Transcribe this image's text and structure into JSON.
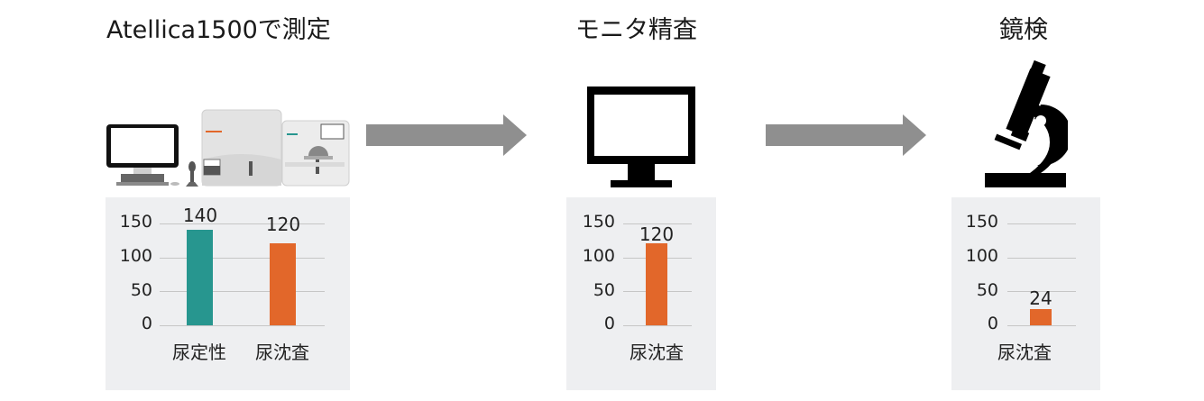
{
  "stages": [
    {
      "title": "Atellica1500で測定",
      "icon": "analyzer-instrument-icon"
    },
    {
      "title": "モニタ精査",
      "icon": "monitor-icon"
    },
    {
      "title": "鏡検",
      "icon": "microscope-icon"
    }
  ],
  "arrows": [
    {
      "icon": "arrow-right-icon"
    },
    {
      "icon": "arrow-right-icon"
    }
  ],
  "colors": {
    "teal": "#27968f",
    "orange": "#e2672a",
    "panel_bg": "#eeeff1",
    "arrow": "#8f8f8f",
    "icon_black": "#000000"
  },
  "charts": [
    {
      "ticks": [
        "150",
        "100",
        "50",
        "0"
      ],
      "bars": [
        {
          "label": "尿定性",
          "value": "140"
        },
        {
          "label": "尿沈査",
          "value": "120"
        }
      ]
    },
    {
      "ticks": [
        "150",
        "100",
        "50",
        "0"
      ],
      "bars": [
        {
          "label": "尿沈査",
          "value": "120"
        }
      ]
    },
    {
      "ticks": [
        "150",
        "100",
        "50",
        "0"
      ],
      "bars": [
        {
          "label": "尿沈査",
          "value": "24"
        }
      ]
    }
  ],
  "chart_data": [
    {
      "type": "bar",
      "title": "Atellica1500で測定",
      "categories": [
        "尿定性",
        "尿沈査"
      ],
      "values": [
        140,
        120
      ],
      "colors": [
        "#27968f",
        "#e2672a"
      ],
      "xlabel": "",
      "ylabel": "",
      "ylim": [
        0,
        150
      ],
      "yticks": [
        0,
        50,
        100,
        150
      ],
      "grid": true,
      "data_labels": true
    },
    {
      "type": "bar",
      "title": "モニタ精査",
      "categories": [
        "尿沈査"
      ],
      "values": [
        120
      ],
      "colors": [
        "#e2672a"
      ],
      "xlabel": "",
      "ylabel": "",
      "ylim": [
        0,
        150
      ],
      "yticks": [
        0,
        50,
        100,
        150
      ],
      "grid": true,
      "data_labels": true
    },
    {
      "type": "bar",
      "title": "鏡検",
      "categories": [
        "尿沈査"
      ],
      "values": [
        24
      ],
      "colors": [
        "#e2672a"
      ],
      "xlabel": "",
      "ylabel": "",
      "ylim": [
        0,
        150
      ],
      "yticks": [
        0,
        50,
        100,
        150
      ],
      "grid": true,
      "data_labels": true
    }
  ]
}
